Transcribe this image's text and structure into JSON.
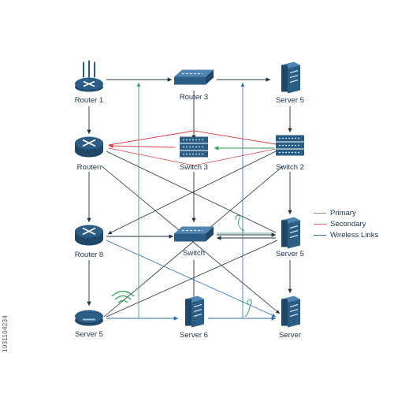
{
  "nodes": [
    {
      "key": "router1",
      "type": "wifi-router",
      "label": "Router 1"
    },
    {
      "key": "router3",
      "type": "switch-flat",
      "label": "Router 3"
    },
    {
      "key": "server5a",
      "type": "server",
      "label": "Server 5"
    },
    {
      "key": "routen",
      "type": "router-round",
      "label": "Routen"
    },
    {
      "key": "switch3",
      "type": "switch-stack",
      "label": "Switch 3"
    },
    {
      "key": "switch2",
      "type": "switch-stack",
      "label": "Switch 2"
    },
    {
      "key": "router8",
      "type": "router-round",
      "label": "Router 8"
    },
    {
      "key": "switch",
      "type": "switch-flat",
      "label": "Switch"
    },
    {
      "key": "server5b",
      "type": "server",
      "label": "Server 5"
    },
    {
      "key": "server5c",
      "type": "small-router",
      "label": "Server 5"
    },
    {
      "key": "server6",
      "type": "server",
      "label": "Server 6"
    },
    {
      "key": "server",
      "type": "server",
      "label": "Server"
    }
  ],
  "legend": [
    {
      "label": "Primary",
      "color": "#7f8c9a"
    },
    {
      "label": "Secondary",
      "color": "#e36d6d"
    },
    {
      "label": "Wireless Links",
      "color": "#3b6fb6"
    }
  ],
  "colors": {
    "primary": "#22313f",
    "secondary": "#d9404a",
    "green": "#2e9e57",
    "blue": "#2f6db5",
    "device": "#2c5d85",
    "device_light": "#4f86b3"
  },
  "watermark_code": "1931104234"
}
